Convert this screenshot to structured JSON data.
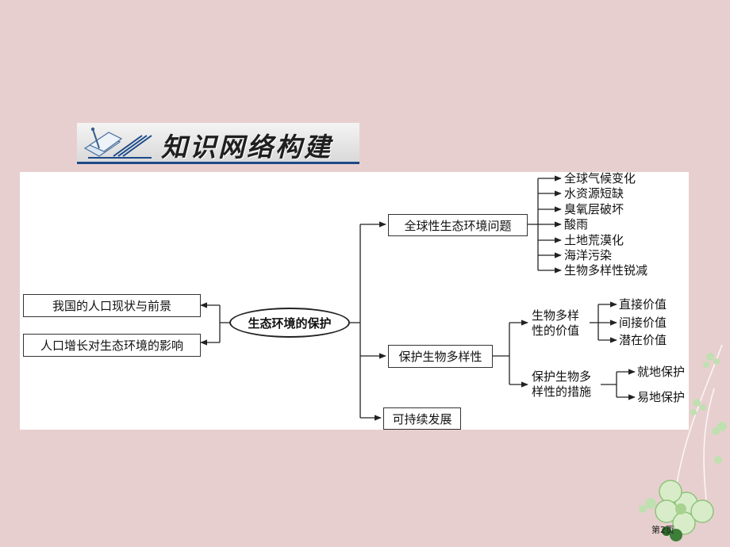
{
  "banner": {
    "title": "知识网络构建"
  },
  "diagram": {
    "center": "生态环境的保护",
    "left": [
      "我国的人口现状与前景",
      "人口增长对生态环境的影响"
    ],
    "branches": {
      "global": {
        "label": "全球性生态环境问题",
        "items": [
          "全球气候变化",
          "水资源短缺",
          "臭氧层破坏",
          "酸雨",
          "土地荒漠化",
          "海洋污染",
          "生物多样性锐减"
        ]
      },
      "biodiversity": {
        "label": "保护生物多样性",
        "value_group": {
          "line1": "生物多样",
          "line2": "性的价值",
          "items": [
            "直接价值",
            "间接价值",
            "潜在价值"
          ]
        },
        "measure_group": {
          "line1": "保护生物多",
          "line2": "样性的措施",
          "items": [
            "就地保护",
            "易地保护"
          ]
        }
      },
      "sustainable": {
        "label": "可持续发展"
      }
    }
  },
  "footer": {
    "page": "第2页"
  },
  "colors": {
    "background": "#e8cfcf",
    "banner_accent": "#1c4a88",
    "line": "#222222"
  }
}
